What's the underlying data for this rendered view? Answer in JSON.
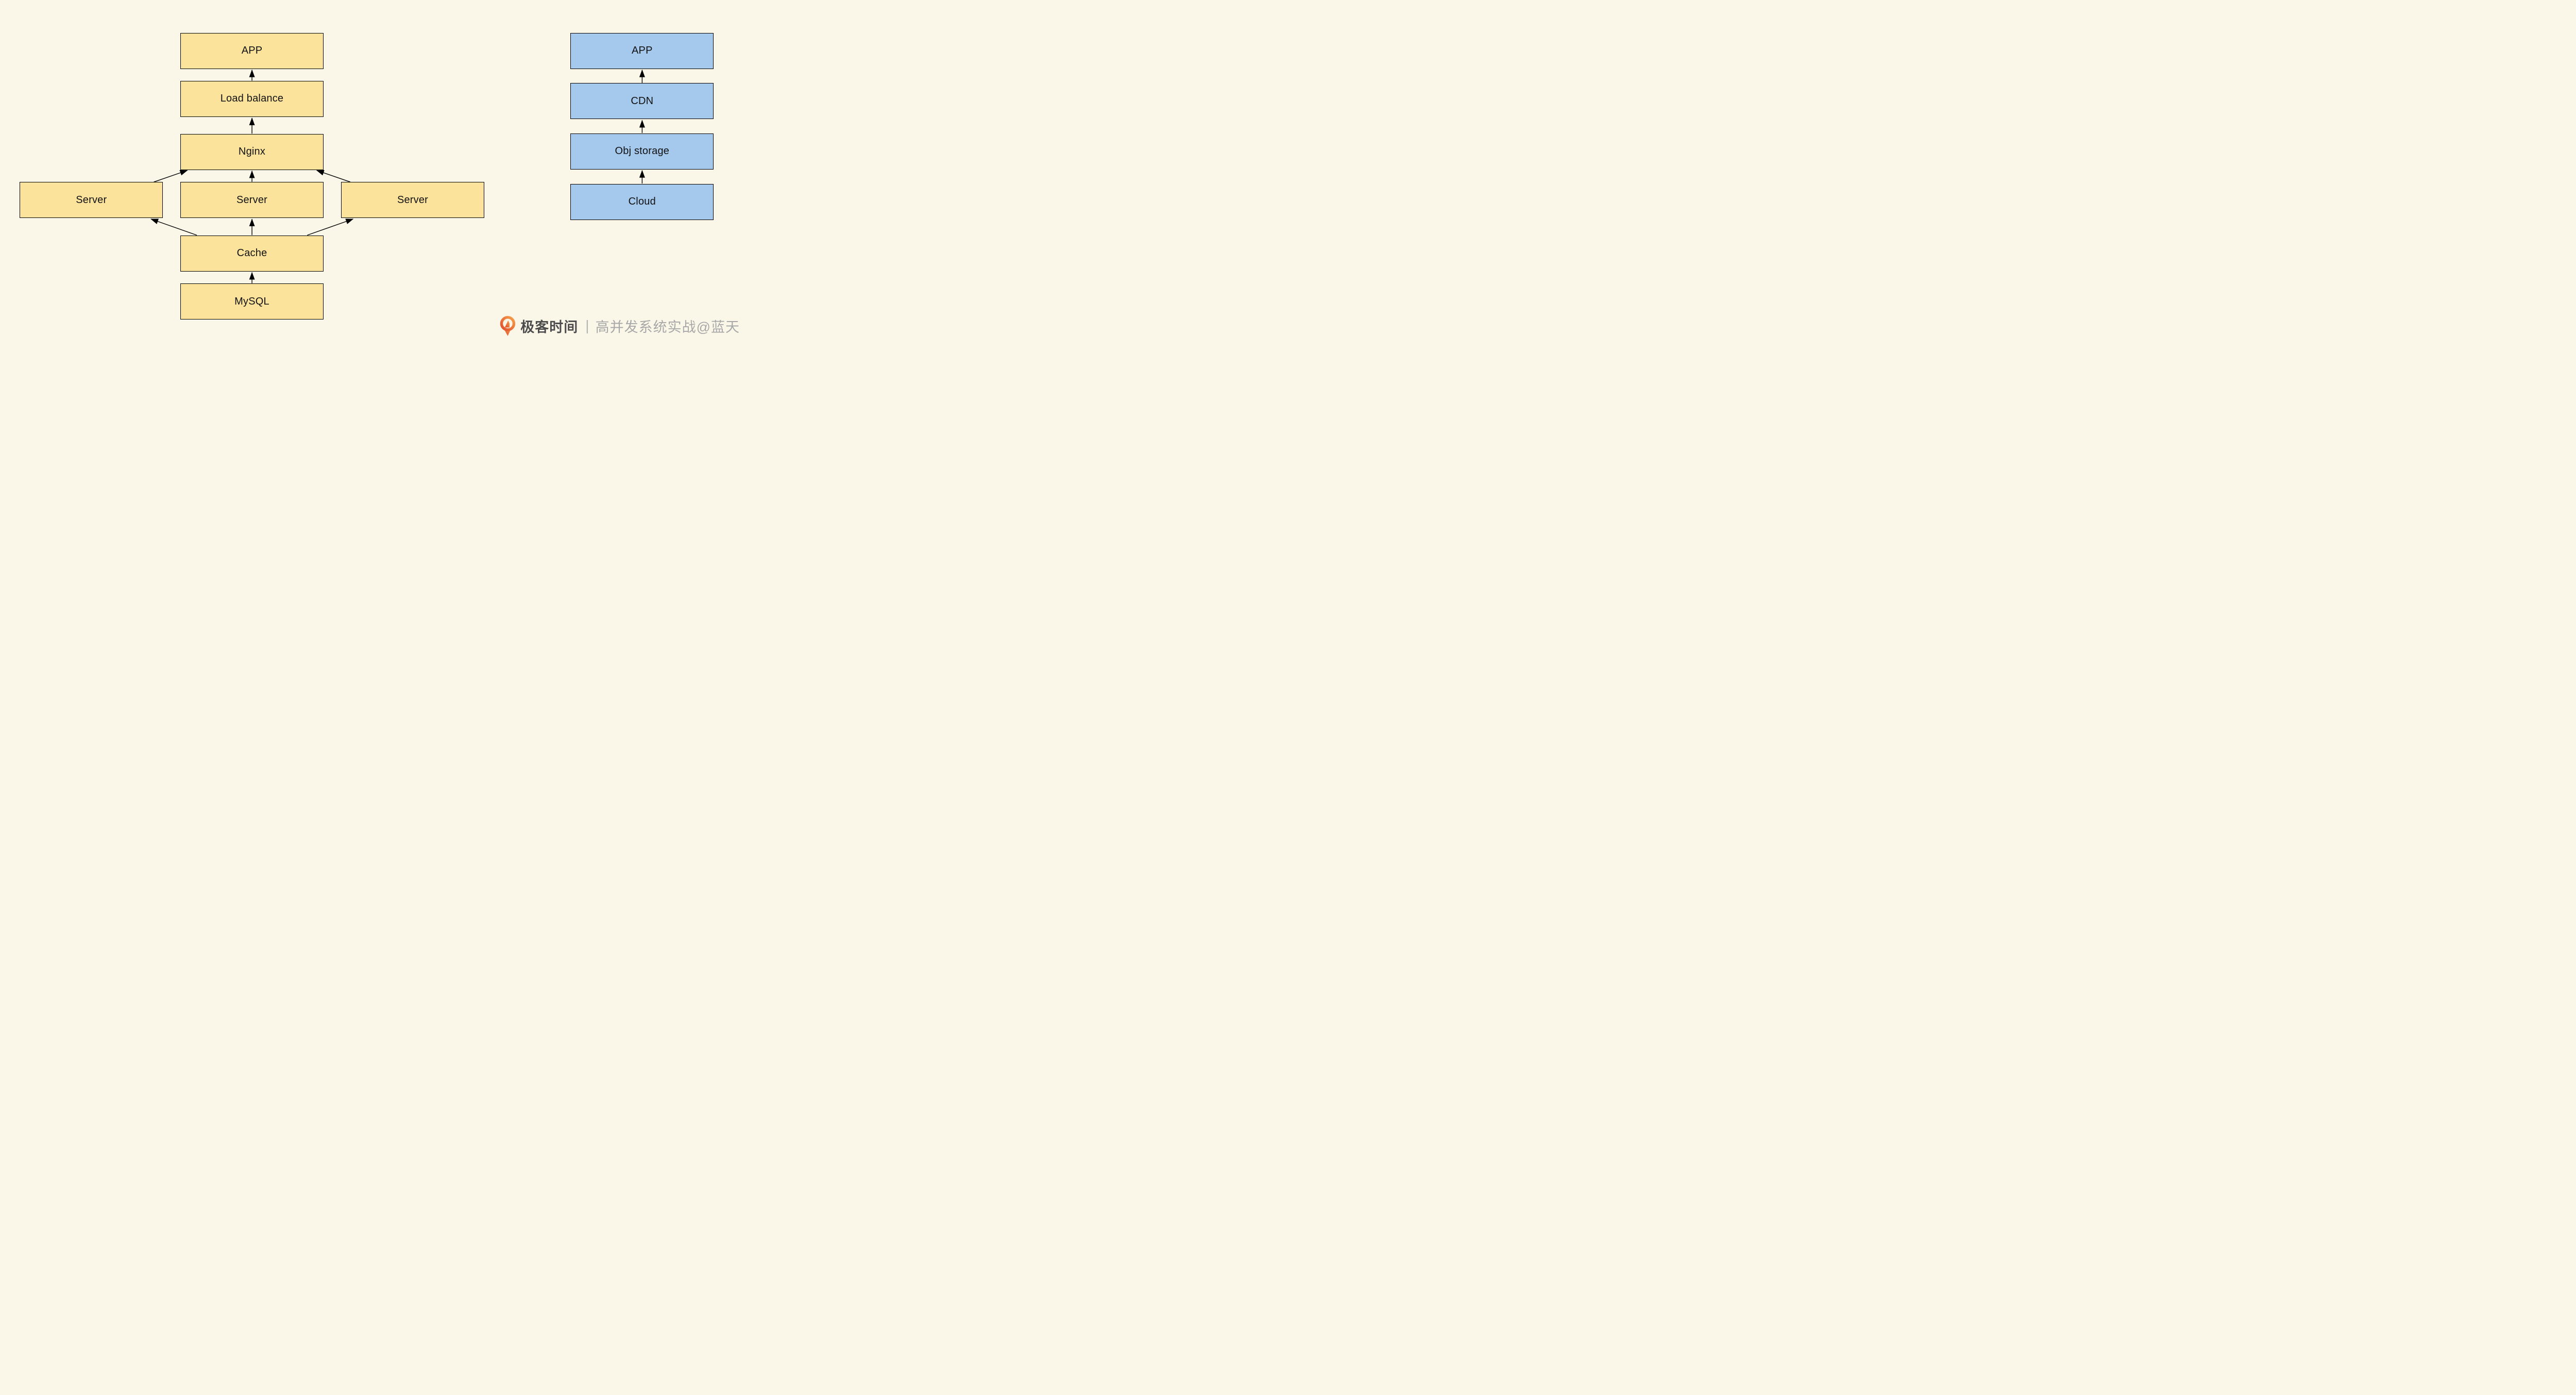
{
  "colors": {
    "background": "#FAF7E9",
    "yellow_node_fill": "#FCE39C",
    "blue_node_fill": "#A5C8ED",
    "node_border": "#000000",
    "arrow": "#000000",
    "brand_orange": "#E8602E",
    "brand_orange_light": "#F7A04B",
    "watermark_dark_text": "#4C4C4C",
    "watermark_light_text": "#A8A8A8"
  },
  "left_flow": {
    "nodes": [
      {
        "id": "app",
        "label": "APP"
      },
      {
        "id": "load_balance",
        "label": "Load balance"
      },
      {
        "id": "nginx",
        "label": "Nginx"
      },
      {
        "id": "server_left",
        "label": "Server"
      },
      {
        "id": "server_middle",
        "label": "Server"
      },
      {
        "id": "server_right",
        "label": "Server"
      },
      {
        "id": "cache",
        "label": "Cache"
      },
      {
        "id": "mysql",
        "label": "MySQL"
      }
    ],
    "edges": [
      [
        "mysql",
        "cache"
      ],
      [
        "cache",
        "server_left"
      ],
      [
        "cache",
        "server_middle"
      ],
      [
        "cache",
        "server_right"
      ],
      [
        "server_left",
        "nginx"
      ],
      [
        "server_middle",
        "nginx"
      ],
      [
        "server_right",
        "nginx"
      ],
      [
        "nginx",
        "load_balance"
      ],
      [
        "load_balance",
        "app"
      ]
    ]
  },
  "right_flow": {
    "nodes": [
      {
        "id": "app",
        "label": "APP"
      },
      {
        "id": "cdn",
        "label": "CDN"
      },
      {
        "id": "obj_storage",
        "label": "Obj storage"
      },
      {
        "id": "cloud",
        "label": "Cloud"
      }
    ],
    "edges": [
      [
        "cloud",
        "obj_storage"
      ],
      [
        "obj_storage",
        "cdn"
      ],
      [
        "cdn",
        "app"
      ]
    ]
  },
  "watermark": {
    "logo": "geektime-logo",
    "brand": "极客时间",
    "divider": "|",
    "course": "高并发系统实战@蓝天"
  }
}
